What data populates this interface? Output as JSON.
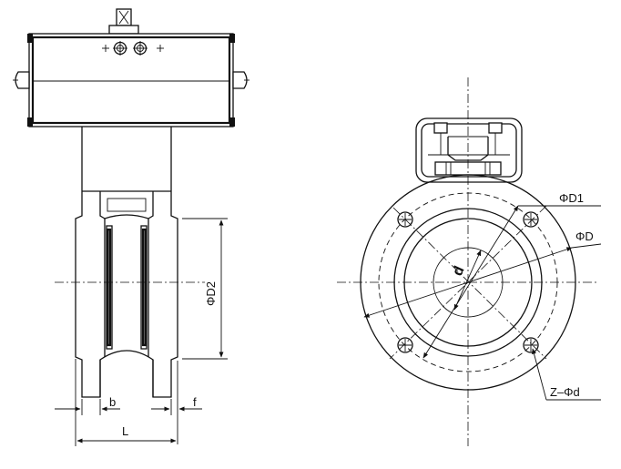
{
  "labels": {
    "b": "b",
    "f": "f",
    "L": "L",
    "D2": "ΦD2",
    "D1": "ΦD1",
    "D": "ΦD",
    "d": "d",
    "Zd": "Z–Φd"
  },
  "colors": {
    "line": "#111111",
    "background": "#ffffff"
  }
}
